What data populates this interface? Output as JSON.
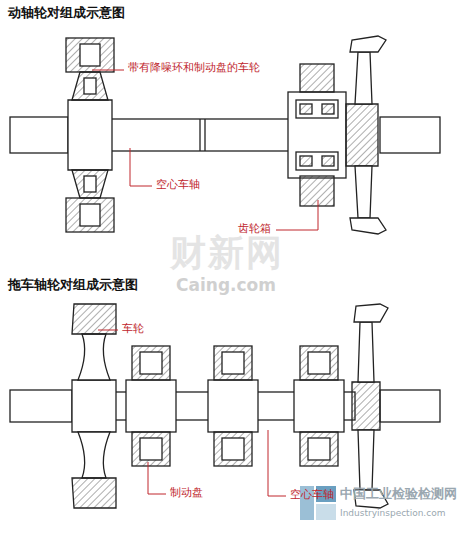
{
  "diagram": {
    "title": "动轴轮对组成示意图",
    "labels": [
      "带有降噪环和制动盘的车轮",
      "空心车轴",
      "齿轮箱",
      "财新网",
      "Caing.com",
      "拖车轴轮对组成示意图",
      "车轮",
      "制动盘",
      "空心车轴",
      "中国工业检验检测网",
      "Industryinspection.com"
    ]
  }
}
